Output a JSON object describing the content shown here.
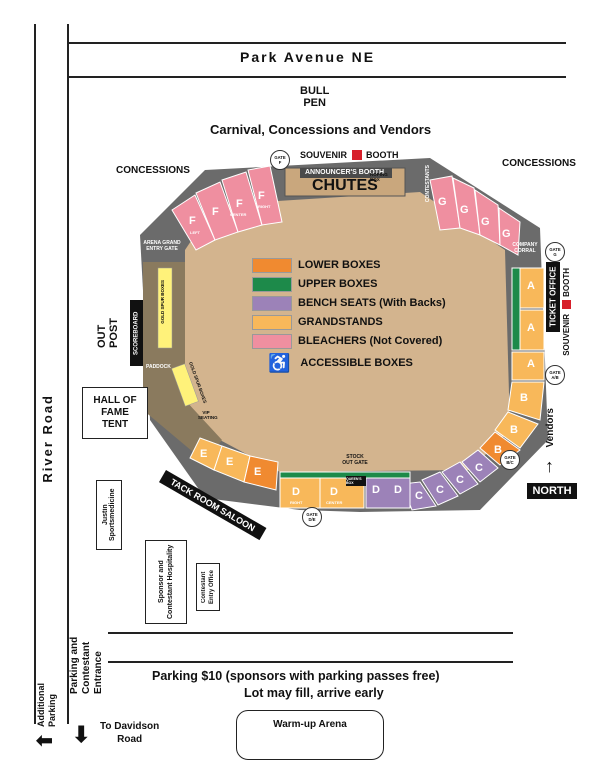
{
  "streets": {
    "top": "Park Avenue NE",
    "left": "River Road"
  },
  "header": {
    "bull_pen_line1": "BULL",
    "bull_pen_line2": "PEN",
    "carnival": "Carnival, Concessions and Vendors"
  },
  "concessions": {
    "left": "CONCESSIONS",
    "right": "CONCESSIONS"
  },
  "booths": {
    "top_souvenir": "SOUVENIR",
    "top_booth": "BOOTH",
    "right_souvenir": "SOUVENIR",
    "right_booth": "BOOTH",
    "booth_color": "#d7202b"
  },
  "arena_labels": {
    "announcers_booth": "ANNOUNCER'S BOOTH",
    "chutes": "CHUTES",
    "roping_box": "ROPING BOX",
    "contestants": "CONTESTANTS",
    "arena_grand_entry_gate": "ARENA GRAND ENTRY GATE",
    "company_corral": "COMPANY CORRAL",
    "stock_out_gate": "STOCK OUT GATE",
    "queens_box": "QUEEN'S BOX",
    "paddock": "PADDOCK",
    "gold_buckle_left": "GOLD SPUR BOXES",
    "gold_buckle_right": "GOLD SPUR BOXES",
    "vip_seating": "VIP SEATING"
  },
  "gates": [
    {
      "line1": "GATE",
      "line2": "F"
    },
    {
      "line1": "GATE",
      "line2": "G"
    },
    {
      "line1": "GATE",
      "line2": "A/B"
    },
    {
      "line1": "GATE",
      "line2": "B/C"
    },
    {
      "line1": "GATE",
      "line2": "D/E"
    }
  ],
  "legend": [
    {
      "label": "LOWER BOXES",
      "color": "#f08a30"
    },
    {
      "label": "UPPER BOXES",
      "color": "#1d8a4a"
    },
    {
      "label": "BENCH  SEATS (With Backs)",
      "color": "#9c82b8"
    },
    {
      "label": "GRANDSTANDS",
      "color": "#f8b85a"
    },
    {
      "label": "BLEACHERS (Not Covered)",
      "color": "#ef8fa0"
    }
  ],
  "accessible": {
    "label": "ACCESSIBLE BOXES",
    "color": "#2f3f8f"
  },
  "sections": {
    "F": "F",
    "G": "G",
    "A": "A",
    "B": "B",
    "C": "C",
    "D": "D",
    "E": "E"
  },
  "seat_sublabels": {
    "left": "LEFT",
    "center": "CENTER",
    "right": "RIGHT"
  },
  "signs": {
    "scoreboard": "SCOREBOARD",
    "ticket_office": "TICKET OFFICE",
    "tack_room_saloon": "TACK ROOM SALOON",
    "north": "NORTH",
    "vendors": "Vendors"
  },
  "buildings": {
    "out_post_line1": "OUT",
    "out_post_line2": "POST",
    "hall_of_fame_line1": "HALL OF",
    "hall_of_fame_line2": "FAME",
    "hall_of_fame_line3": "TENT",
    "justin": "Justin Sportsmedicine",
    "sponsor": "Sponsor and Contestant Hospitality",
    "contestant_entry": "Contestant Entry Office",
    "warmup": "Warm-up Arena"
  },
  "parking": {
    "entrance": "Parking and Contestant Entrance",
    "additional": "Additional Parking",
    "line1": "Parking $10 (sponsors with parking passes free)",
    "line2": "Lot may fill, arrive early",
    "davidson_line1": "To Davidson",
    "davidson_line2": "Road"
  },
  "colors": {
    "arena_floor": "#d3b48e",
    "concourse": "#6b6b6b",
    "paddock": "#8a7a5e"
  }
}
